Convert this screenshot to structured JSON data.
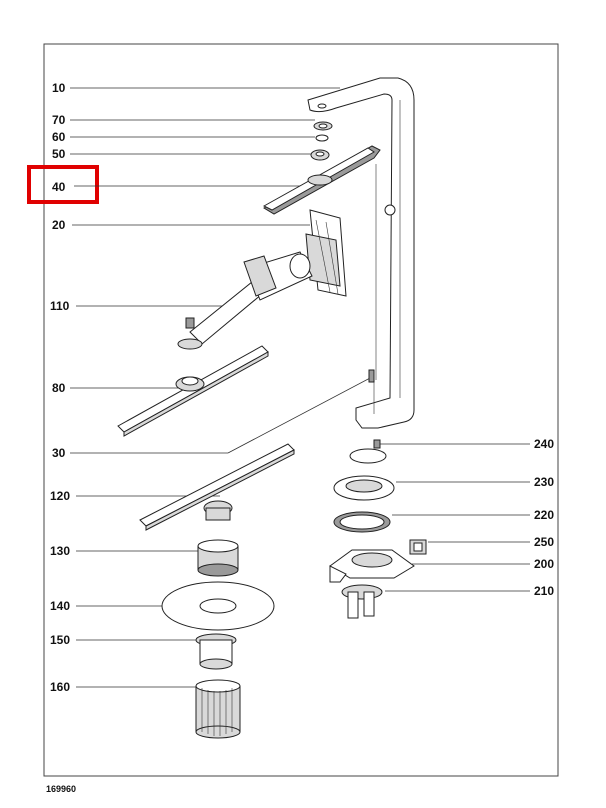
{
  "diagram": {
    "document_number": "169960",
    "highlighted_callout": "40",
    "highlight_color": "#e00000",
    "callouts": {
      "c10": "10",
      "c70": "70",
      "c60": "60",
      "c50": "50",
      "c40": "40",
      "c20": "20",
      "c110": "110",
      "c80": "80",
      "c30": "30",
      "c120": "120",
      "c130": "130",
      "c140": "140",
      "c150": "150",
      "c160": "160",
      "c240": "240",
      "c230": "230",
      "c220": "220",
      "c250": "250",
      "c200": "200",
      "c210": "210"
    }
  }
}
